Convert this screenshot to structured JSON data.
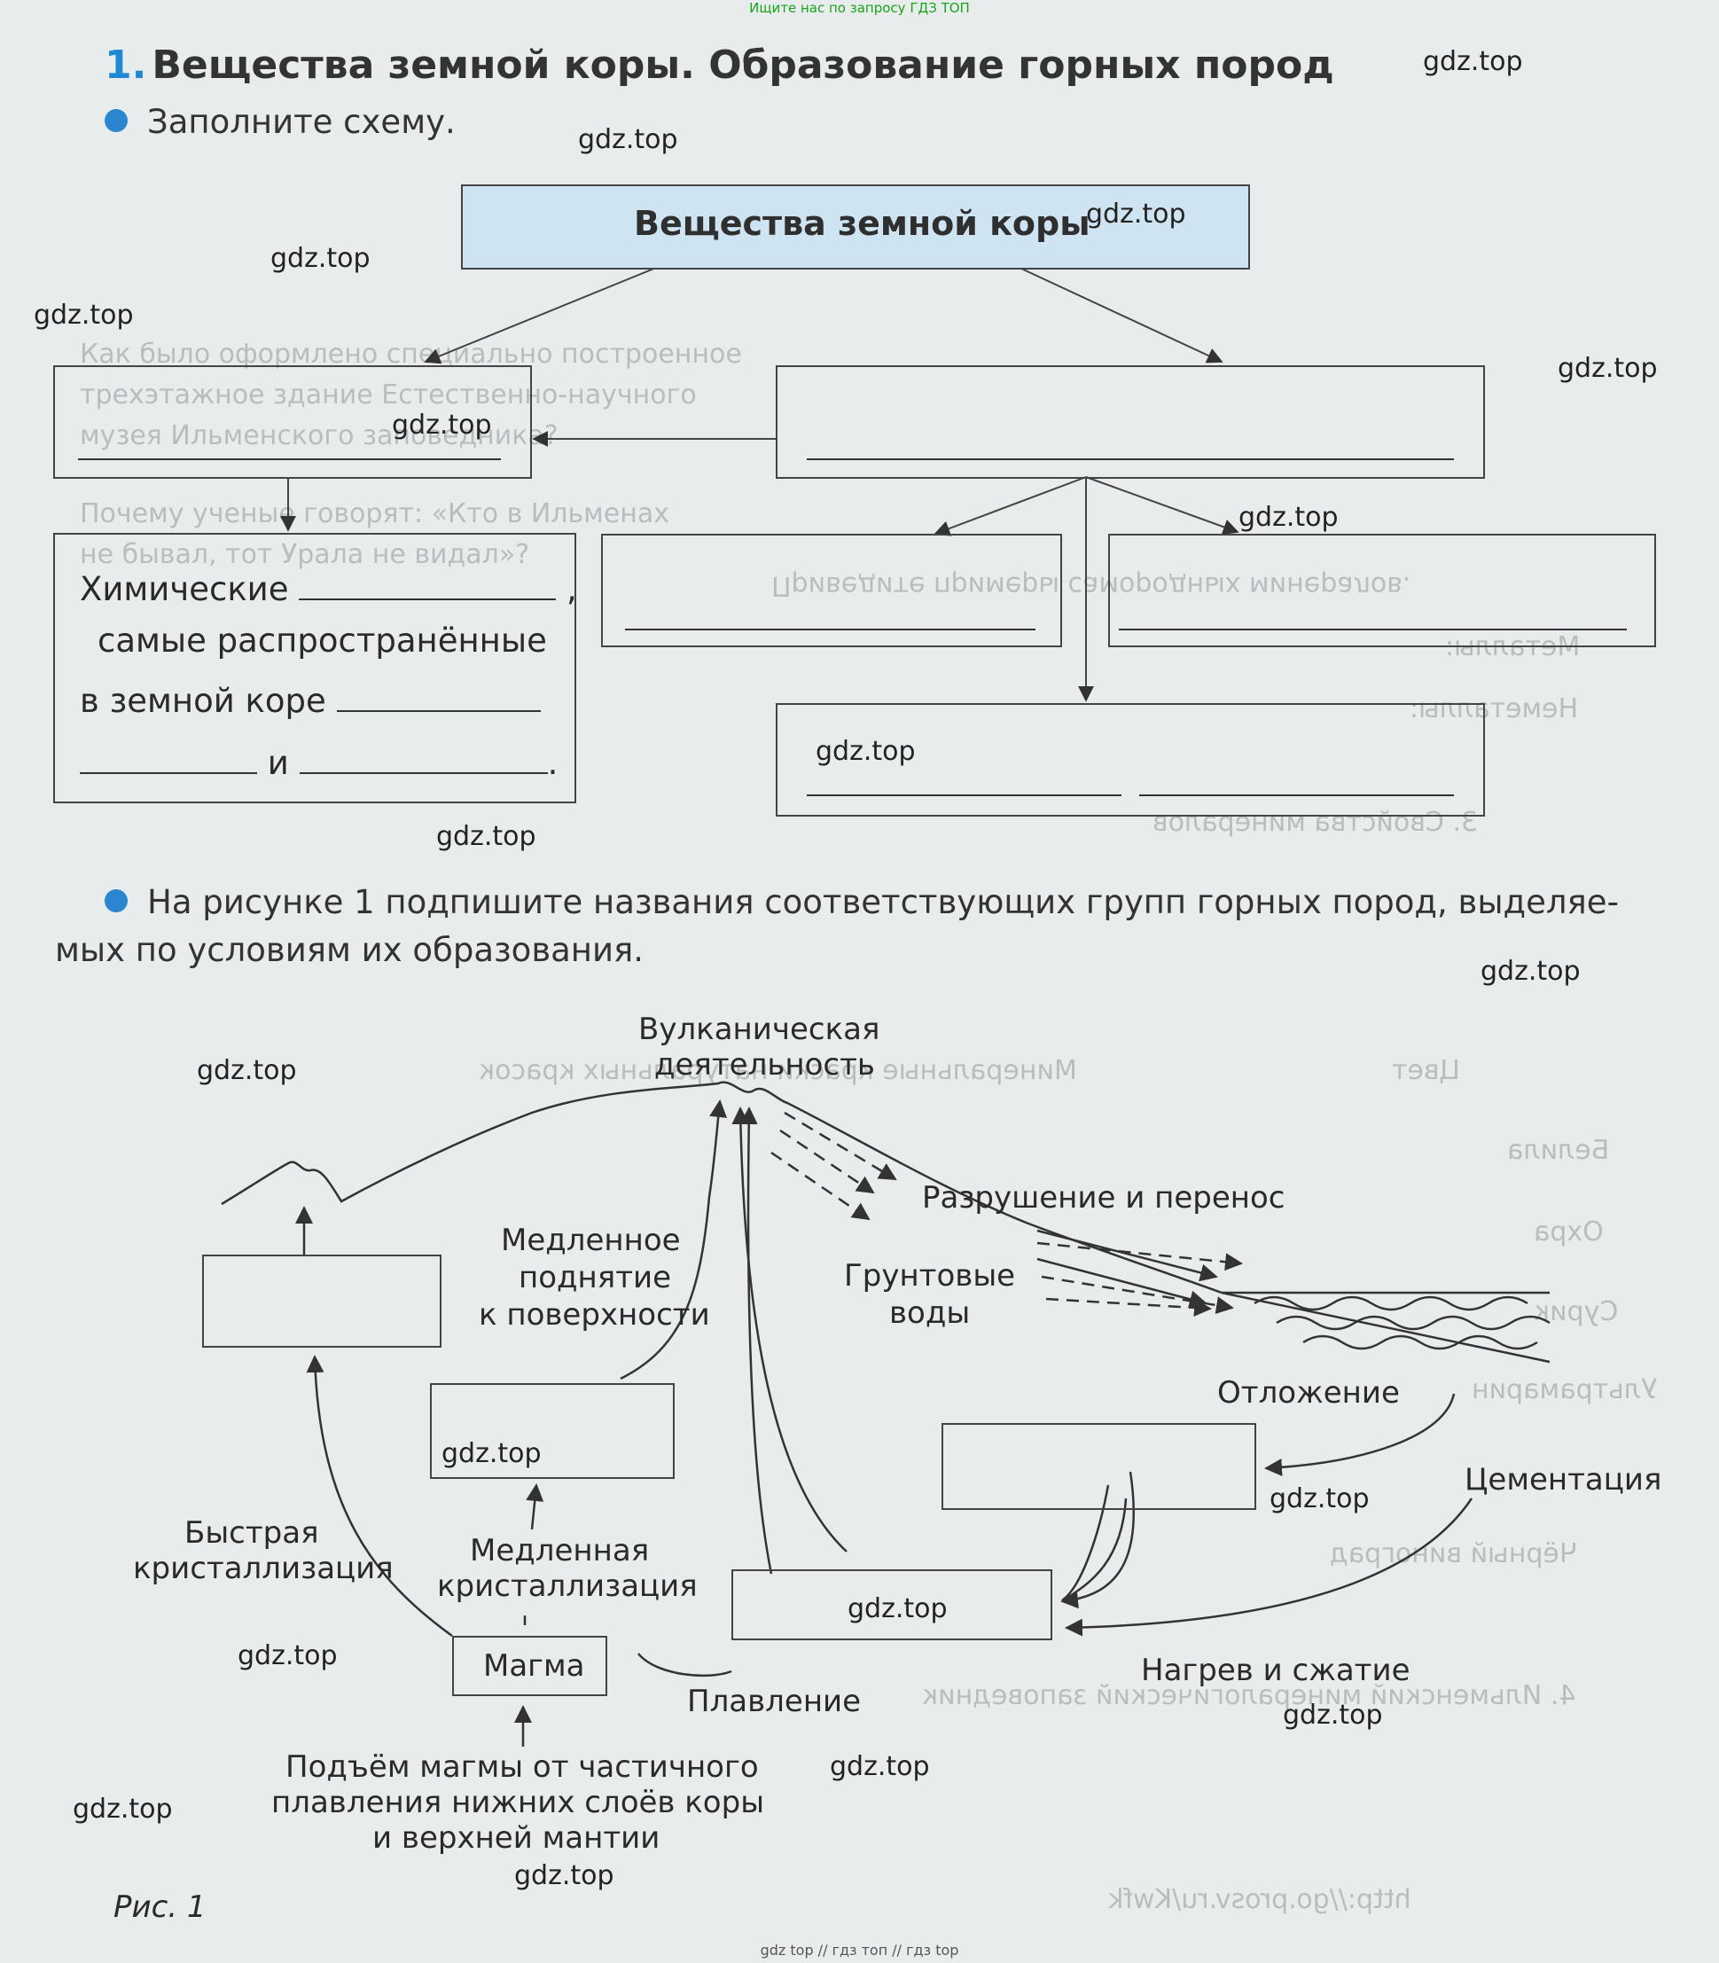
{
  "banner_top": "Ищите нас по запросу ГДЗ ТОП",
  "banner_bottom": "gdz top  //  гдз топ  //  гдз top",
  "section": {
    "number": "1.",
    "title": "Вещества земной коры. Образование горных пород"
  },
  "task1": "Заполните схему.",
  "scheme": {
    "root": "Вещества земной коры",
    "chem_line1": "Химические",
    "chem_line2": "самые распространённые",
    "chem_line3": "в земной коре",
    "chem_and": "и",
    "comma": ",",
    "period": "."
  },
  "task2_line1": "На рисунке 1 подпишите названия соответствующих групп горных пород, выделяе-",
  "task2_line2": "мых по условиям их образования.",
  "figure": {
    "volcanic_1": "Вулканическая",
    "volcanic_2": "деятельность",
    "destruction": "Разрушение и перенос",
    "groundwater_1": "Грунтовые",
    "groundwater_2": "воды",
    "slow_rise_1": "Медленное",
    "slow_rise_2": "поднятие",
    "slow_rise_3": "к поверхности",
    "deposition": "Отложение",
    "cementation": "Цементация",
    "fast_cryst_1": "Быстрая",
    "fast_cryst_2": "кристаллизация",
    "slow_cryst_1": "Медленная",
    "slow_cryst_2": "кристаллизация",
    "magma": "Магма",
    "melting": "Плавление",
    "heat_pressure": "Нагрев и сжатие",
    "rise_1": "Подъём магмы от частичного",
    "rise_2": "плавления нижних слоёв коры",
    "rise_3": "и верхней мантии",
    "caption": "Рис. 1"
  },
  "watermark": "gdz.top",
  "bleed": {
    "a": "Как было оформлено специально построенное",
    "b": "трехэтажное здание Естественно-научного",
    "c": "музея Ильменского заповедника?",
    "d": "Почему ученые говорят: «Кто в Ильменах",
    "e": "не бывал, тот Урала не видал»?",
    "f": "Приведите примеры самородных минералов.",
    "g": "Металлы:",
    "h": "Неметаллы:",
    "i": "3. Свойства минералов",
    "j": "Минеральные краски натуральных красок",
    "k": "Цвет",
    "l": "Белила",
    "m": "Охра",
    "n": "Сурик",
    "o": "Ультрамарин",
    "p": "Чёрный виноград",
    "q": "4. Ильменский минералогический заповедник",
    "r": "http://go.prosv.ru/Kwfk"
  },
  "colors": {
    "accent": "#1e88d2",
    "root_fill": "#cfe4f2",
    "watermark": "#222222"
  }
}
